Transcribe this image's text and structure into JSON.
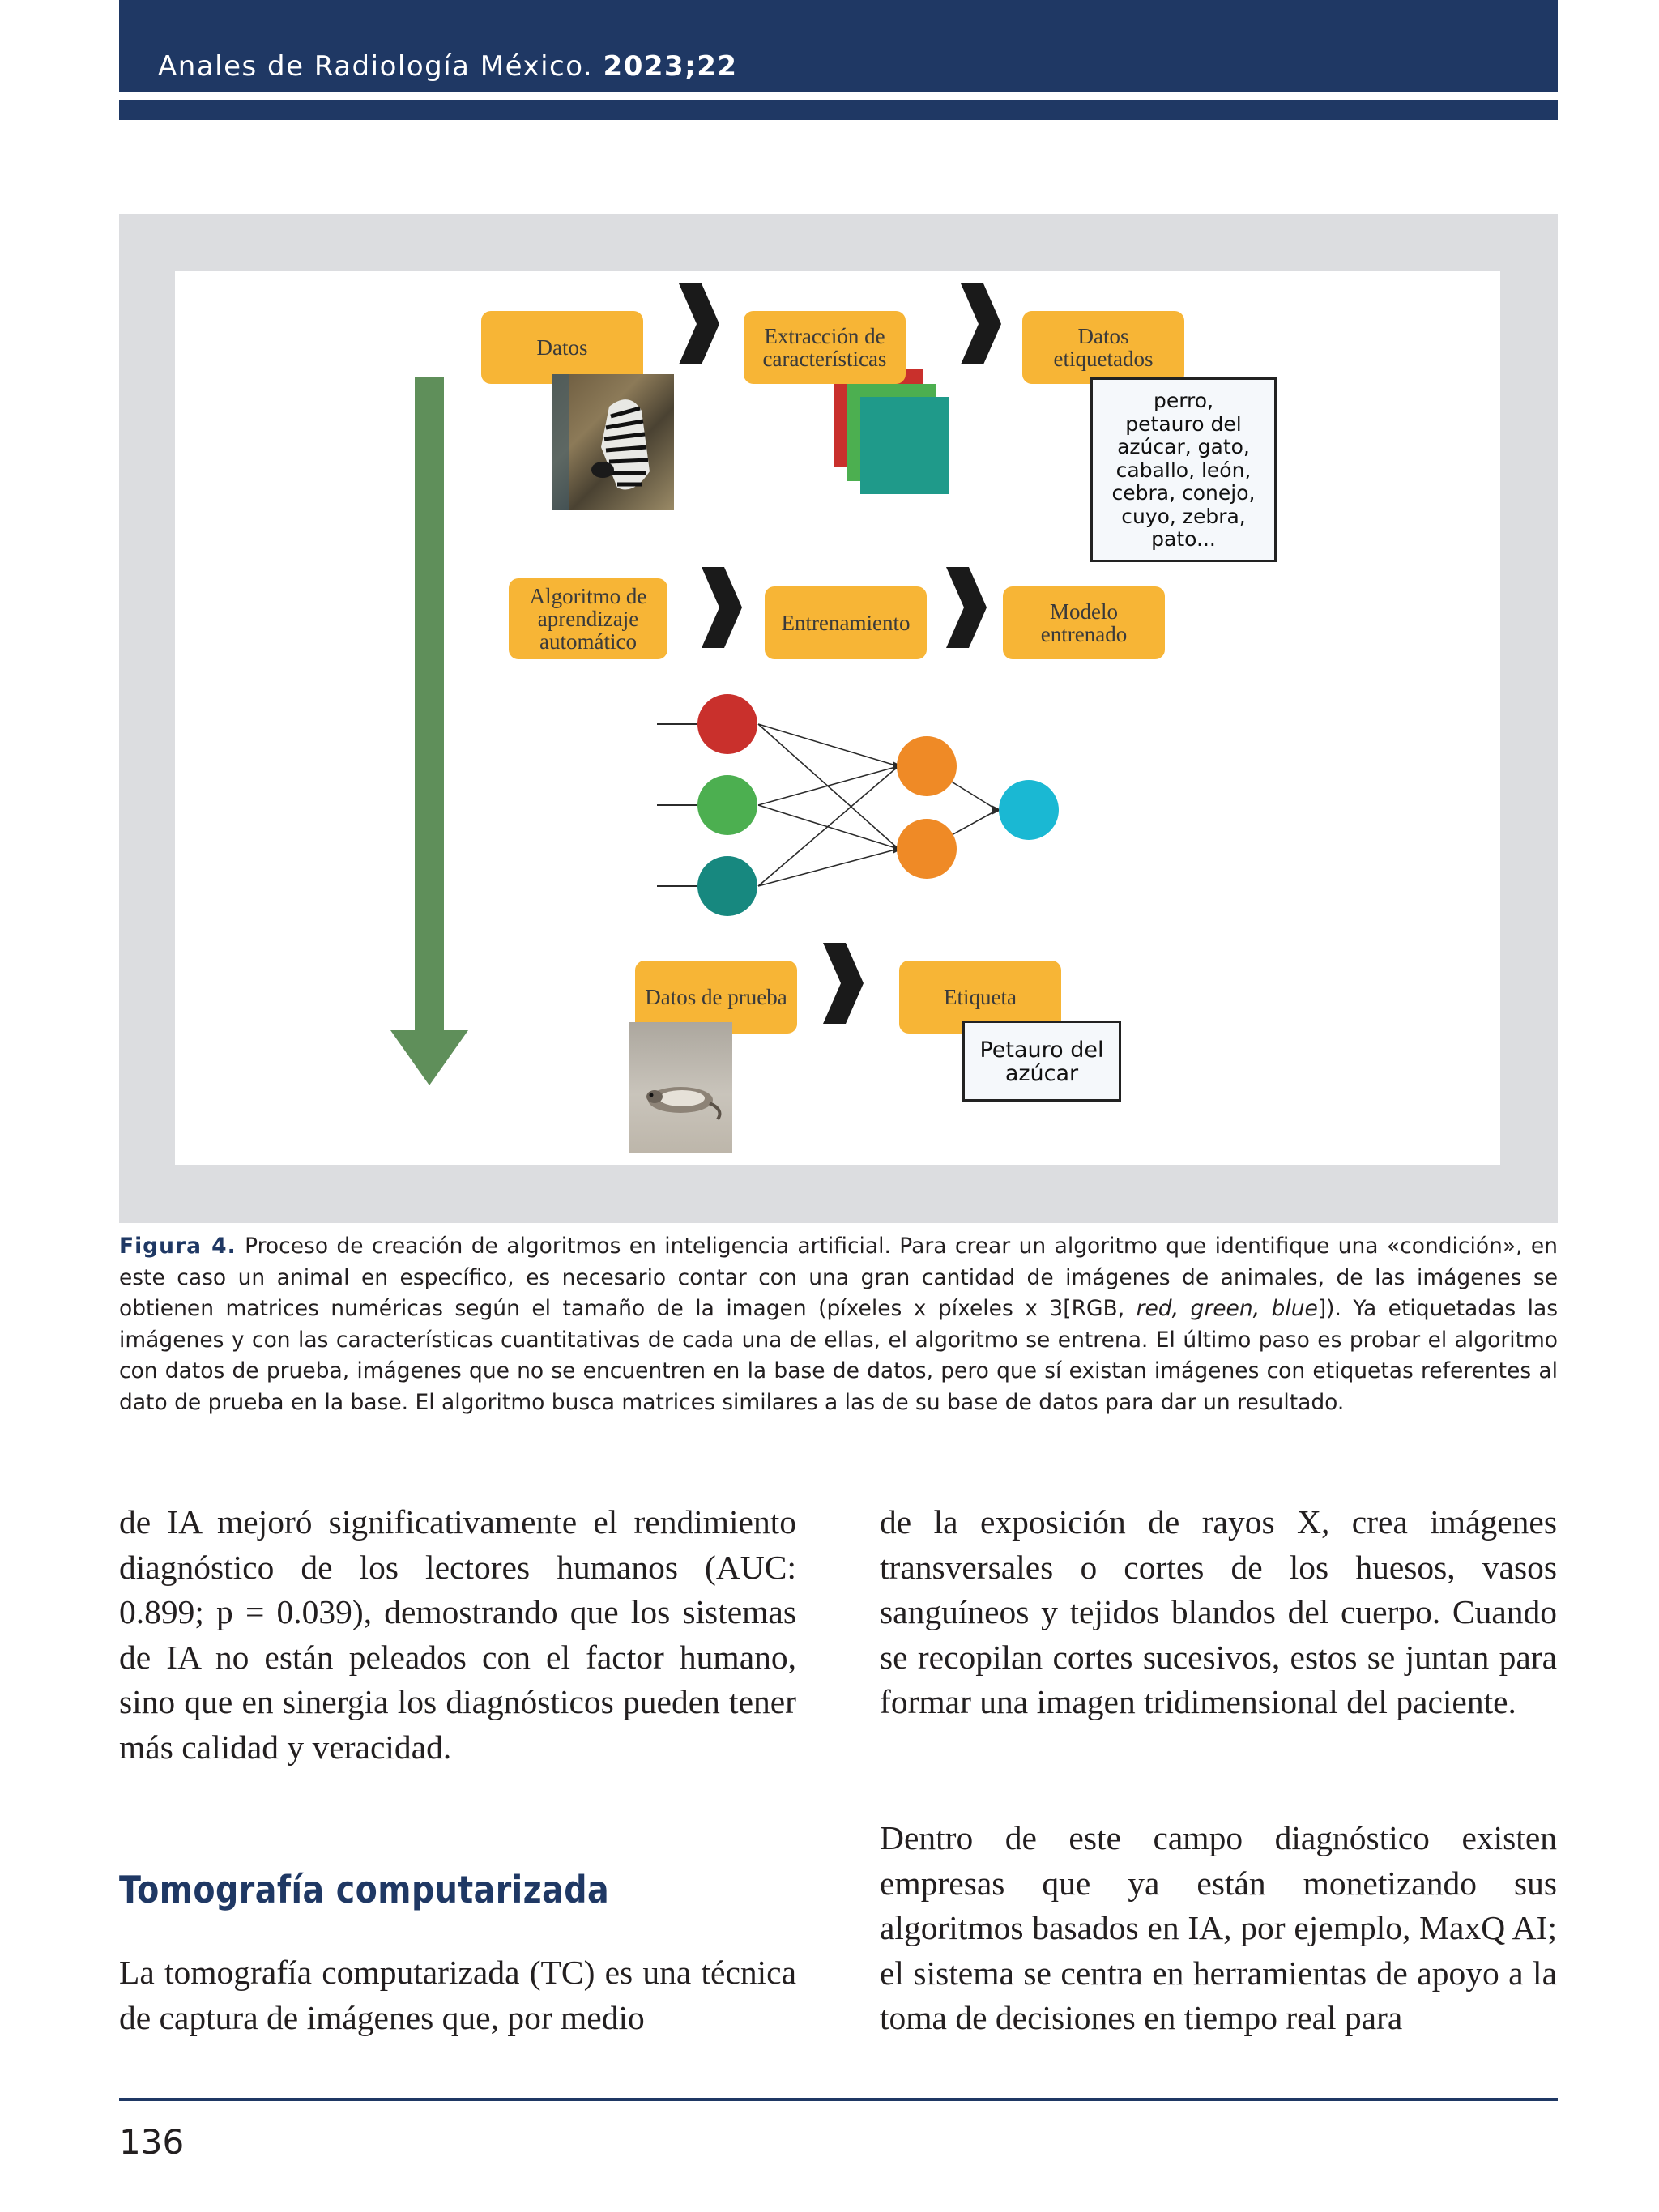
{
  "header": {
    "journal": "Anales de Radiología México.",
    "year_volume": "2023;22"
  },
  "figure": {
    "nodes": {
      "datos": "Datos",
      "extraccion": [
        "Extracción de",
        "características"
      ],
      "datos_etiquetados": [
        "Datos",
        "etiquetados"
      ],
      "algoritmo": [
        "Algoritmo de",
        "aprendizaje",
        "automático"
      ],
      "entrenamiento": "Entrenamiento",
      "modelo": [
        "Modelo",
        "entrenado"
      ],
      "datos_prueba": "Datos de prueba",
      "etiqueta": "Etiqueta"
    },
    "labels_list": [
      "perro,",
      "petauro del",
      "azúcar, gato,",
      "caballo, león,",
      "cebra, conejo,",
      "cuyo, zebra,",
      "pato..."
    ],
    "result_label": [
      "Petauro del",
      "azúcar"
    ],
    "colors": {
      "box": "#f7b536",
      "arrow_green": "#5f8f5a",
      "chevron": "#1a1a1a",
      "square_red": "#c9302c",
      "square_green": "#4caf50",
      "square_teal": "#1f9a8a",
      "node_red": "#c9302c",
      "node_green": "#4caf50",
      "node_teal": "#17887f",
      "node_orange": "#ef8a26",
      "node_cyan": "#1ab8d3"
    },
    "icons": {
      "training_photo": "zebra-photo",
      "test_photo": "sugar-glider-photo"
    }
  },
  "caption": {
    "label": "Figura 4.",
    "text": "Proceso de creación de algoritmos en inteligencia artificial. Para crear un algoritmo que identifique una «condición», en este caso un animal en específico, es necesario contar con una gran cantidad de imágenes de animales, de las imágenes se obtienen matrices numéricas según el tamaño de la imagen (píxeles x píxeles x 3[RGB, ",
    "text_italic": "red, green, blue",
    "text_end": "]). Ya etiquetadas las imágenes y con las características cuantitativas de cada una de ellas, el algoritmo se entrena. El último paso es probar el algoritmo con datos de prueba, imágenes que no se encuentren en la base de datos, pero que sí existan imágenes con etiquetas referentes al dato de prueba en la base. El algoritmo busca matrices similares a las de su base de datos para dar un resultado."
  },
  "body": {
    "left_p1": "de IA mejoró significativamente el rendimiento diagnóstico de los lectores humanos (AUC: 0.899; p = 0.039), demostrando que los sistemas de IA no están peleados con el factor humano, sino que en sinergia los diagnósticos pueden tener más calidad y veracidad.",
    "heading": "Tomografía computarizada",
    "left_p2": "La tomografía computarizada (TC) es una técnica de captura de imágenes que, por medio",
    "right_p1": "de la exposición de rayos X, crea imágenes transversales o cortes de los huesos, vasos sanguíneos y tejidos blandos del cuerpo. Cuando se recopilan cortes sucesivos, estos se juntan para formar una imagen tridimensional del paciente.",
    "right_p2": "Dentro de este campo diagnóstico existen empresas que ya están monetizando sus algoritmos basados en IA, por ejemplo, MaxQ AI; el sistema se centra en herramientas de apoyo a la toma de decisiones en tiempo real para"
  },
  "footer": {
    "page_number": "136"
  }
}
